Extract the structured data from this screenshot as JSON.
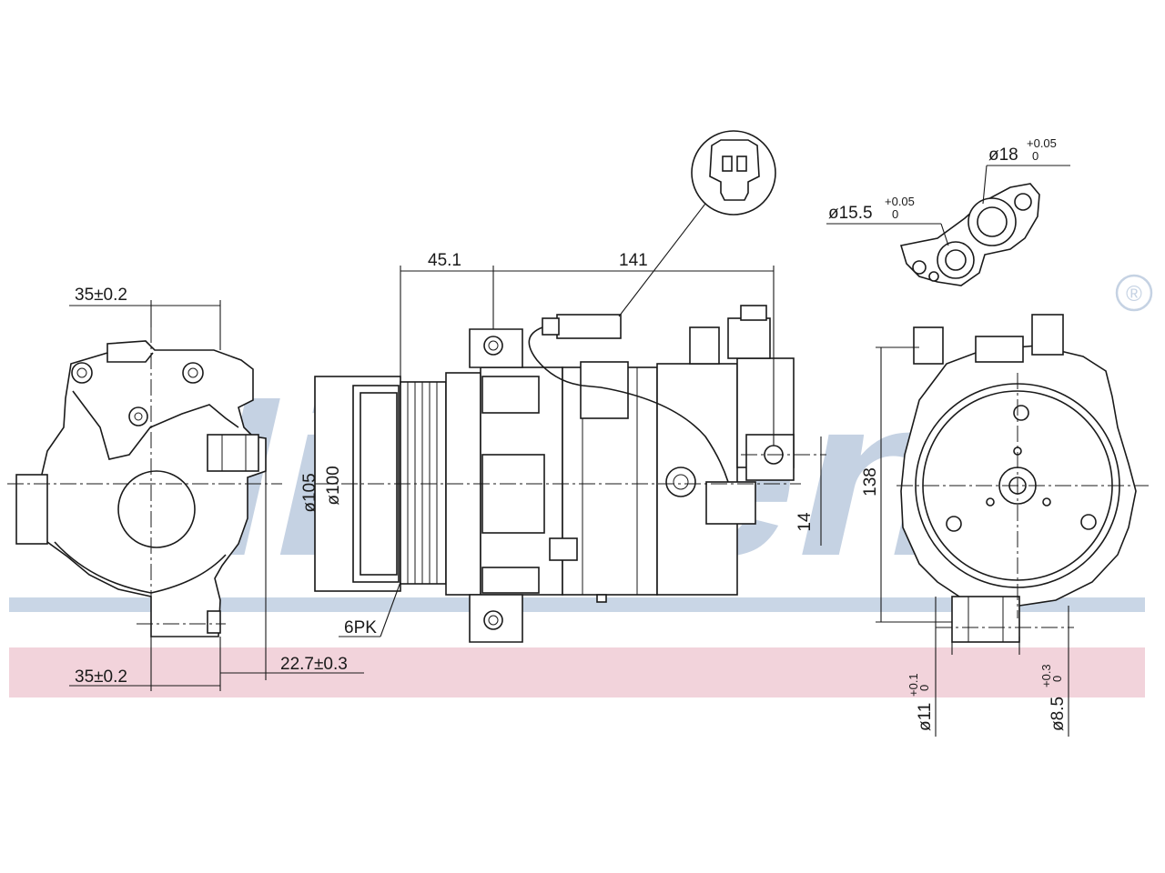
{
  "colors": {
    "watermark_text": "#c5d2e3",
    "band_blue": "#c9d6e6",
    "band_red": "#f2d3db",
    "line": "#1a1a1a"
  },
  "watermark": {
    "brand": "Nissens",
    "registered_mark": "®"
  },
  "dimensions": {
    "left_view": {
      "top_offset": "35±0.2",
      "bottom_offset": "35±0.2",
      "bottom_depth": "22.7±0.3"
    },
    "side_view": {
      "hub_offset": "45.1",
      "body_length": "141",
      "pulley_outer": "ø105",
      "pulley_inner": "ø100",
      "belt_type": "6PK",
      "port_offset": "14"
    },
    "right_view": {
      "height": "138",
      "port_outlet": {
        "base": "ø18",
        "tol_upper": "+0.05",
        "tol_lower": "0"
      },
      "port_inlet": {
        "base": "ø15.5",
        "tol_upper": "+0.05",
        "tol_lower": "0"
      },
      "bolt_hole_1": {
        "base": "ø11",
        "tol_upper": "+0.1",
        "tol_lower": "0"
      },
      "bolt_hole_2": {
        "base": "ø8.5",
        "tol_upper": "+0.3",
        "tol_lower": "0"
      }
    }
  }
}
